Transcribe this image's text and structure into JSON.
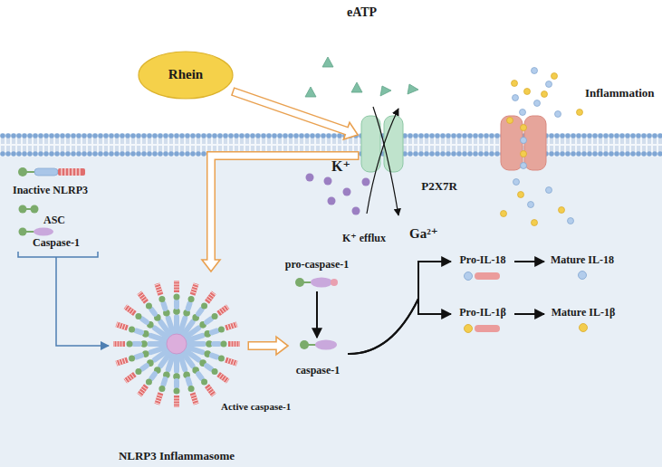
{
  "diagram": {
    "nodes": [
      {
        "text": [
          "Rhein"
        ]
      },
      {
        "text": [
          "P2X7R"
        ]
      },
      {
        "text": [
          "pro-caspase-1"
        ]
      },
      {
        "text": [
          "Pro-IL-18"
        ]
      },
      {
        "text": [
          "Mature IL-18"
        ]
      },
      {
        "text": [
          "Pro-IL-1β"
        ]
      },
      {
        "text": [
          "Mature IL-1β"
        ]
      },
      {
        "text": [
          "NLRP3 Inflammasome"
        ]
      },
      {
        "text": [
          "caspase-1"
        ]
      }
    ],
    "edges": [
      {
        "from": 0,
        "to": 1,
        "arrow": "to"
      },
      {
        "from": 1,
        "to": 7,
        "arrow": "to"
      },
      {
        "from": 7,
        "to": 8,
        "arrow": "to"
      },
      {
        "from": 2,
        "to": 8,
        "arrow": "to"
      },
      {
        "from": 8,
        "to": 3,
        "arrow": "to"
      },
      {
        "from": 8,
        "to": 5,
        "arrow": "to"
      },
      {
        "from": 3,
        "to": 4,
        "arrow": "to"
      },
      {
        "from": 5,
        "to": 6,
        "arrow": "to"
      }
    ],
    "labels": [
      "eATP",
      "Inflammation",
      "K⁺",
      "K⁺ efflux",
      "Ga²⁺",
      "Inactive NLRP3",
      "ASC",
      "Caspase-1",
      "Active caspase-1"
    ]
  }
}
